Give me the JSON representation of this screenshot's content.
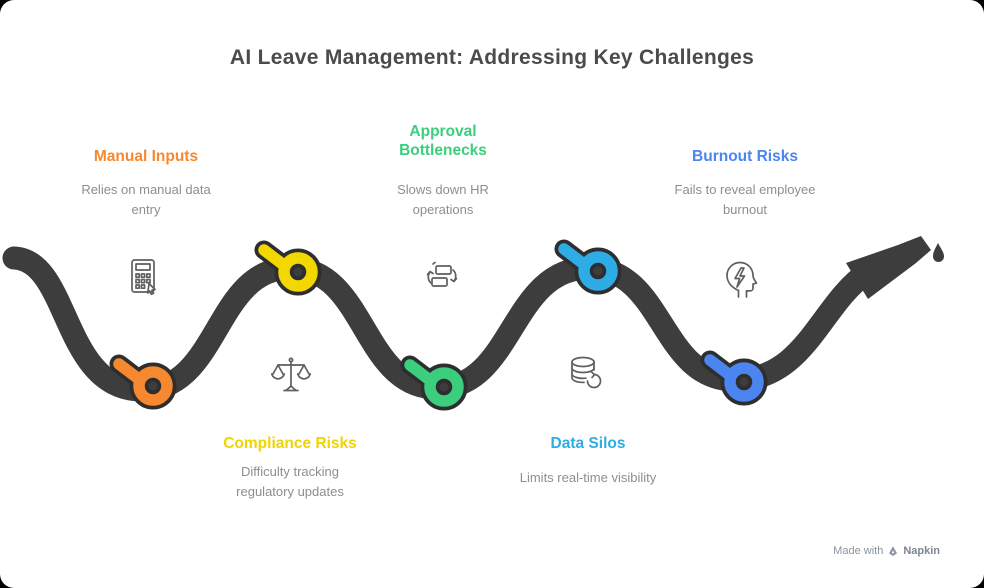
{
  "title": "AI Leave Management: Addressing Key Challenges",
  "challenges": [
    {
      "id": "manual-inputs",
      "label": "Manual Inputs",
      "description": "Relies on manual data entry",
      "color": "#F6892F",
      "icon": "calculator-icon",
      "label_position": "top"
    },
    {
      "id": "approval-bottlenecks",
      "label": "Approval Bottlenecks",
      "description": "Slows down HR operations",
      "color": "#3BCE7C",
      "icon": "workflow-icon",
      "label_position": "top"
    },
    {
      "id": "burnout-risks",
      "label": "Burnout Risks",
      "description": "Fails to reveal employee burnout",
      "color": "#4A85F0",
      "icon": "head-bolt-icon",
      "label_position": "top"
    },
    {
      "id": "compliance-risks",
      "label": "Compliance Risks",
      "description": "Difficulty tracking regulatory updates",
      "color": "#F2D800",
      "icon": "scale-icon",
      "label_position": "bottom"
    },
    {
      "id": "data-silos",
      "label": "Data Silos",
      "description": "Limits real-time visibility",
      "color": "#2EACE5",
      "icon": "database-icon",
      "label_position": "bottom"
    }
  ],
  "colors": {
    "rope": "#3D3D3D",
    "knot_outline": "#2E2E2E",
    "title_text": "#4B4B4B",
    "description_text": "#8E8E8E",
    "icon_stroke": "#5F5F5F"
  },
  "footer": {
    "made_with": "Made with",
    "brand": "Napkin"
  }
}
